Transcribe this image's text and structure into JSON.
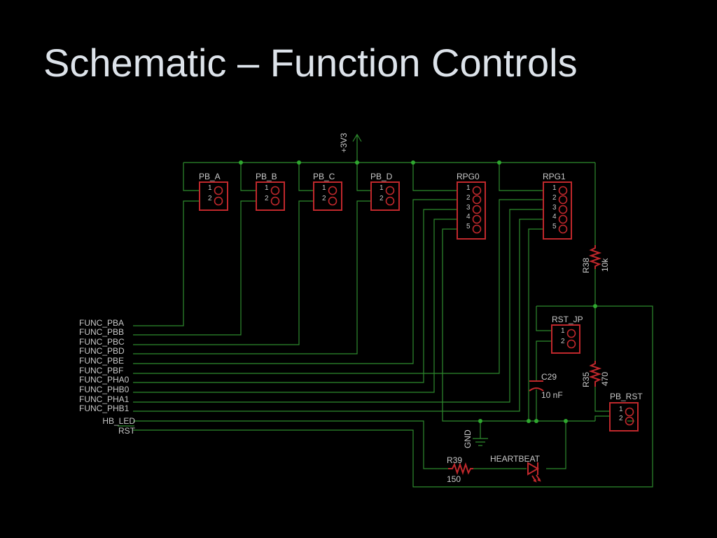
{
  "title": "Schematic – Function Controls",
  "supply": "+3V3",
  "ground": "GND",
  "headers": [
    {
      "name": "PB_A",
      "pins": [
        "1",
        "2"
      ]
    },
    {
      "name": "PB_B",
      "pins": [
        "1",
        "2"
      ]
    },
    {
      "name": "PB_C",
      "pins": [
        "1",
        "2"
      ]
    },
    {
      "name": "PB_D",
      "pins": [
        "1",
        "2"
      ]
    }
  ],
  "rpg": [
    {
      "name": "RPG0",
      "pins": [
        "1",
        "2",
        "3",
        "4",
        "5"
      ]
    },
    {
      "name": "RPG1",
      "pins": [
        "1",
        "2",
        "3",
        "4",
        "5"
      ]
    }
  ],
  "rst_jp": {
    "name": "RST_JP",
    "pins": [
      "1",
      "2"
    ]
  },
  "pb_rst": {
    "name": "PB_RST",
    "pins": [
      "1",
      "2"
    ]
  },
  "r38": {
    "name": "R38",
    "value": "10k"
  },
  "r35": {
    "name": "R35",
    "value": "470"
  },
  "r39": {
    "name": "R39",
    "value": "150"
  },
  "c29": {
    "name": "C29",
    "value": "10 nF"
  },
  "led": {
    "name": "HEARTBEAT"
  },
  "nets": [
    "FUNC_PBA",
    "FUNC_PBB",
    "FUNC_PBC",
    "FUNC_PBD",
    "FUNC_PBE",
    "FUNC_PBF",
    "FUNC_PHA0",
    "FUNC_PHB0",
    "FUNC_PHA1",
    "FUNC_PHB1",
    "HB_LED",
    "RST"
  ]
}
